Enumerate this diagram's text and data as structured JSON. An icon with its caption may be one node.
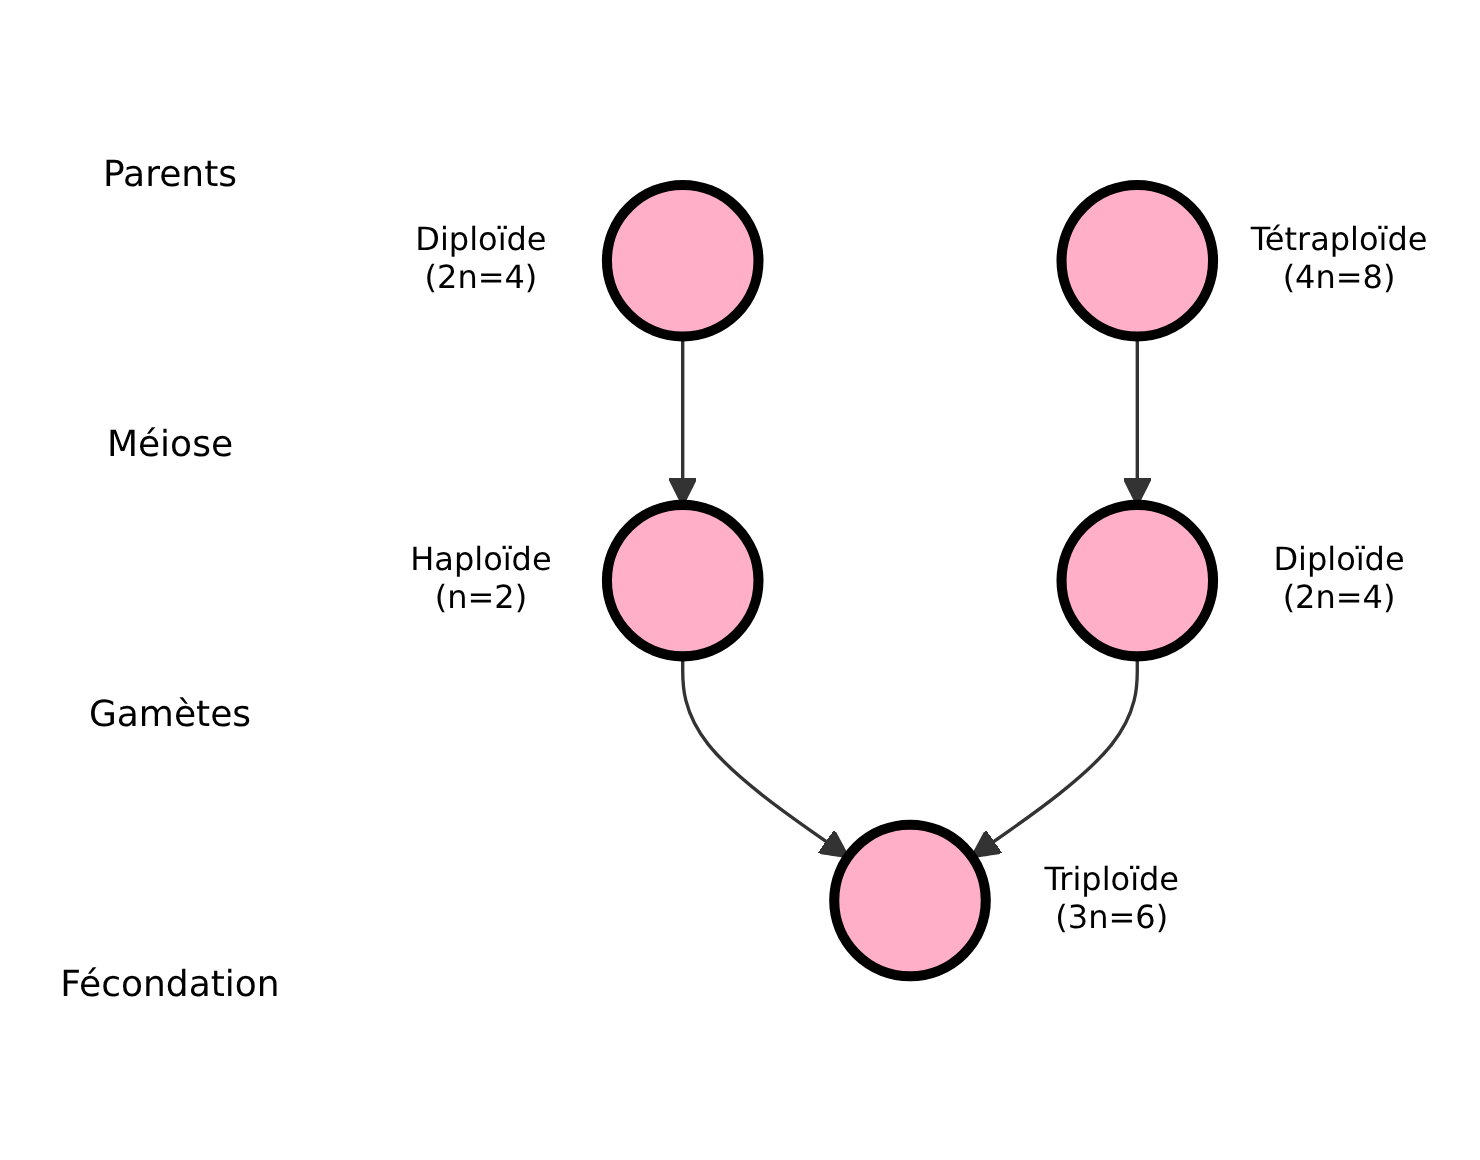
{
  "diagram": {
    "nodes": [
      {
        "text": [],
        "shape": "circle",
        "beside": [
          "Diploïde (2n=4)"
        ]
      },
      {
        "text": [],
        "shape": "circle",
        "beside": [
          "Tétraploïde (4n=8)"
        ]
      },
      {
        "text": [],
        "shape": "circle",
        "beside": [
          "Haploïde (n=2)"
        ]
      },
      {
        "text": [],
        "shape": "circle",
        "beside": [
          "Diploïde (2n=4)"
        ]
      },
      {
        "text": [],
        "shape": "circle",
        "beside": [
          "Triploïde (3n=6)"
        ]
      }
    ],
    "edges": [
      {
        "from": 0,
        "to": 2,
        "arrow": "to"
      },
      {
        "from": 1,
        "to": 3,
        "arrow": "to"
      },
      {
        "from": 2,
        "to": 4,
        "arrow": "to"
      },
      {
        "from": 3,
        "to": 4,
        "arrow": "to"
      }
    ],
    "labels": [
      "Parents",
      "Méiose",
      "Gamètes",
      "Fécondation"
    ]
  }
}
